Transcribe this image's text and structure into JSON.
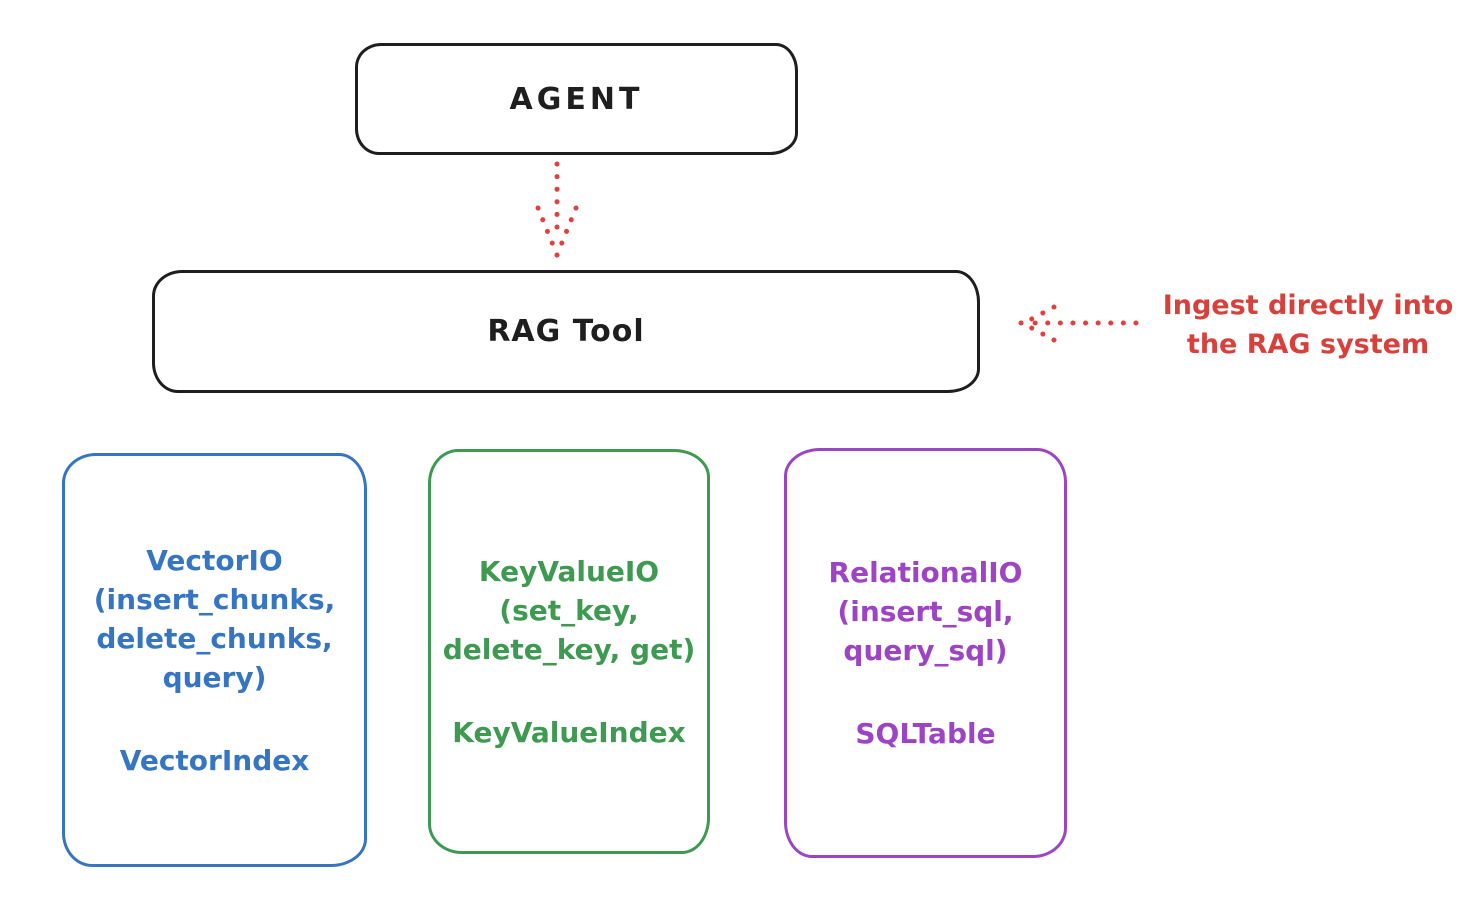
{
  "diagram": {
    "agent": {
      "label": "AGENT"
    },
    "rag_tool": {
      "label": "RAG Tool"
    },
    "annotation": {
      "text": "Ingest directly into\nthe RAG system"
    },
    "backends": {
      "vector": {
        "title": "VectorIO\n(insert_chunks,\ndelete_chunks,\nquery)",
        "index": "VectorIndex"
      },
      "keyvalue": {
        "title": "KeyValueIO\n(set_key,\ndelete_key, get)",
        "index": "KeyValueIndex"
      },
      "relational": {
        "title": "RelationalIO\n(insert_sql,\nquery_sql)",
        "index": "SQLTable"
      }
    },
    "colors": {
      "stroke_black": "#1e1e1e",
      "arrow_red": "#e04040",
      "vector_blue": "#3575c2",
      "keyvalue_green": "#3d9a50",
      "relational_purple": "#9c44c4",
      "background": "#ffffff"
    }
  }
}
